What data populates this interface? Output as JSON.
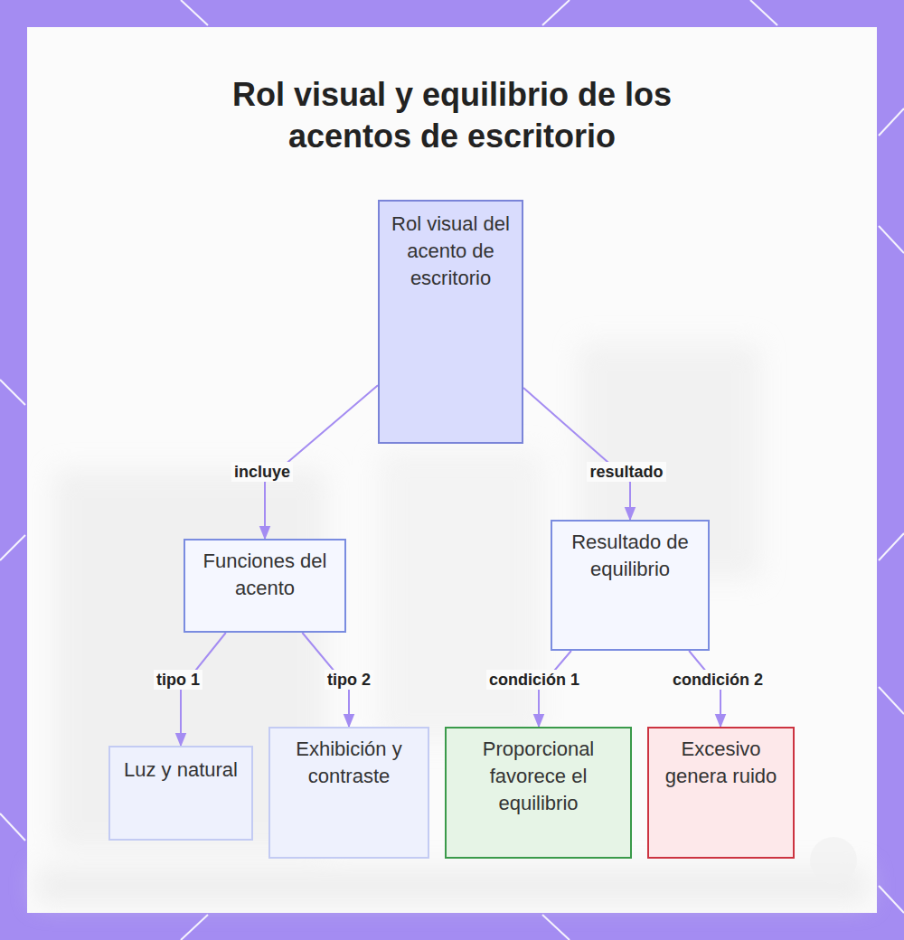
{
  "diagram": {
    "title": "Rol visual y equilibrio de los acentos de escritorio",
    "nodes": [
      {
        "text": [
          "Rol visual del acento de escritorio"
        ]
      },
      {
        "text": [
          "Funciones del acento"
        ]
      },
      {
        "text": [
          "Resultado de equilibrio"
        ]
      },
      {
        "text": [
          "Luz y natural"
        ]
      },
      {
        "text": [
          "Exhibición y contraste"
        ]
      },
      {
        "text": [
          "Proporcional favorece el equilibrio"
        ]
      },
      {
        "text": [
          "Excesivo genera ruido"
        ]
      }
    ],
    "edges": [
      {
        "from": 0,
        "to": 1,
        "label": "incluye",
        "arrow": "to"
      },
      {
        "from": 0,
        "to": 2,
        "label": "resultado",
        "arrow": "to"
      },
      {
        "from": 1,
        "to": 3,
        "label": "tipo 1",
        "arrow": "to"
      },
      {
        "from": 1,
        "to": 4,
        "label": "tipo 2",
        "arrow": "to"
      },
      {
        "from": 2,
        "to": 5,
        "label": "condición 1",
        "arrow": "to"
      },
      {
        "from": 2,
        "to": 6,
        "label": "condición 2",
        "arrow": "to"
      }
    ]
  }
}
